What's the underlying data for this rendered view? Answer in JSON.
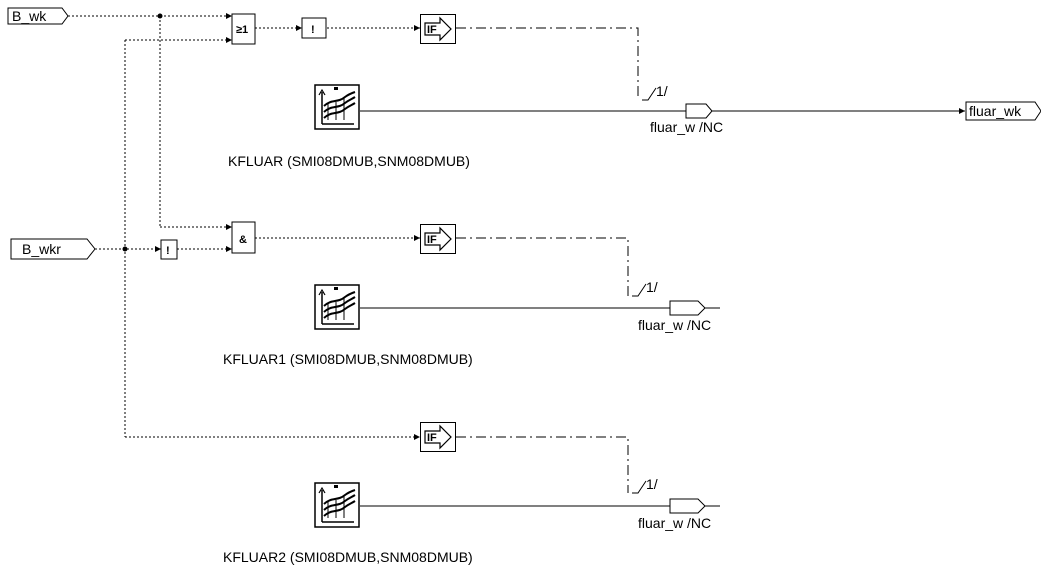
{
  "inputs": {
    "b_wk": "B_wk",
    "b_wkr": "B_wkr"
  },
  "output": {
    "fluar_wk": "fluar_wk"
  },
  "gates": {
    "or": "≥1",
    "not": "!",
    "and": "&",
    "if": "IF"
  },
  "selector": {
    "index": "1/"
  },
  "maps": [
    {
      "name": "KFLUAR (SMI08DMUB,SNM08DMUB)",
      "output_label": "fluar_w /NC"
    },
    {
      "name": "KFLUAR1 (SMI08DMUB,SNM08DMUB)",
      "output_label": "fluar_w /NC"
    },
    {
      "name": "KFLUAR2 (SMI08DMUB,SNM08DMUB)",
      "output_label": "fluar_w /NC"
    }
  ]
}
